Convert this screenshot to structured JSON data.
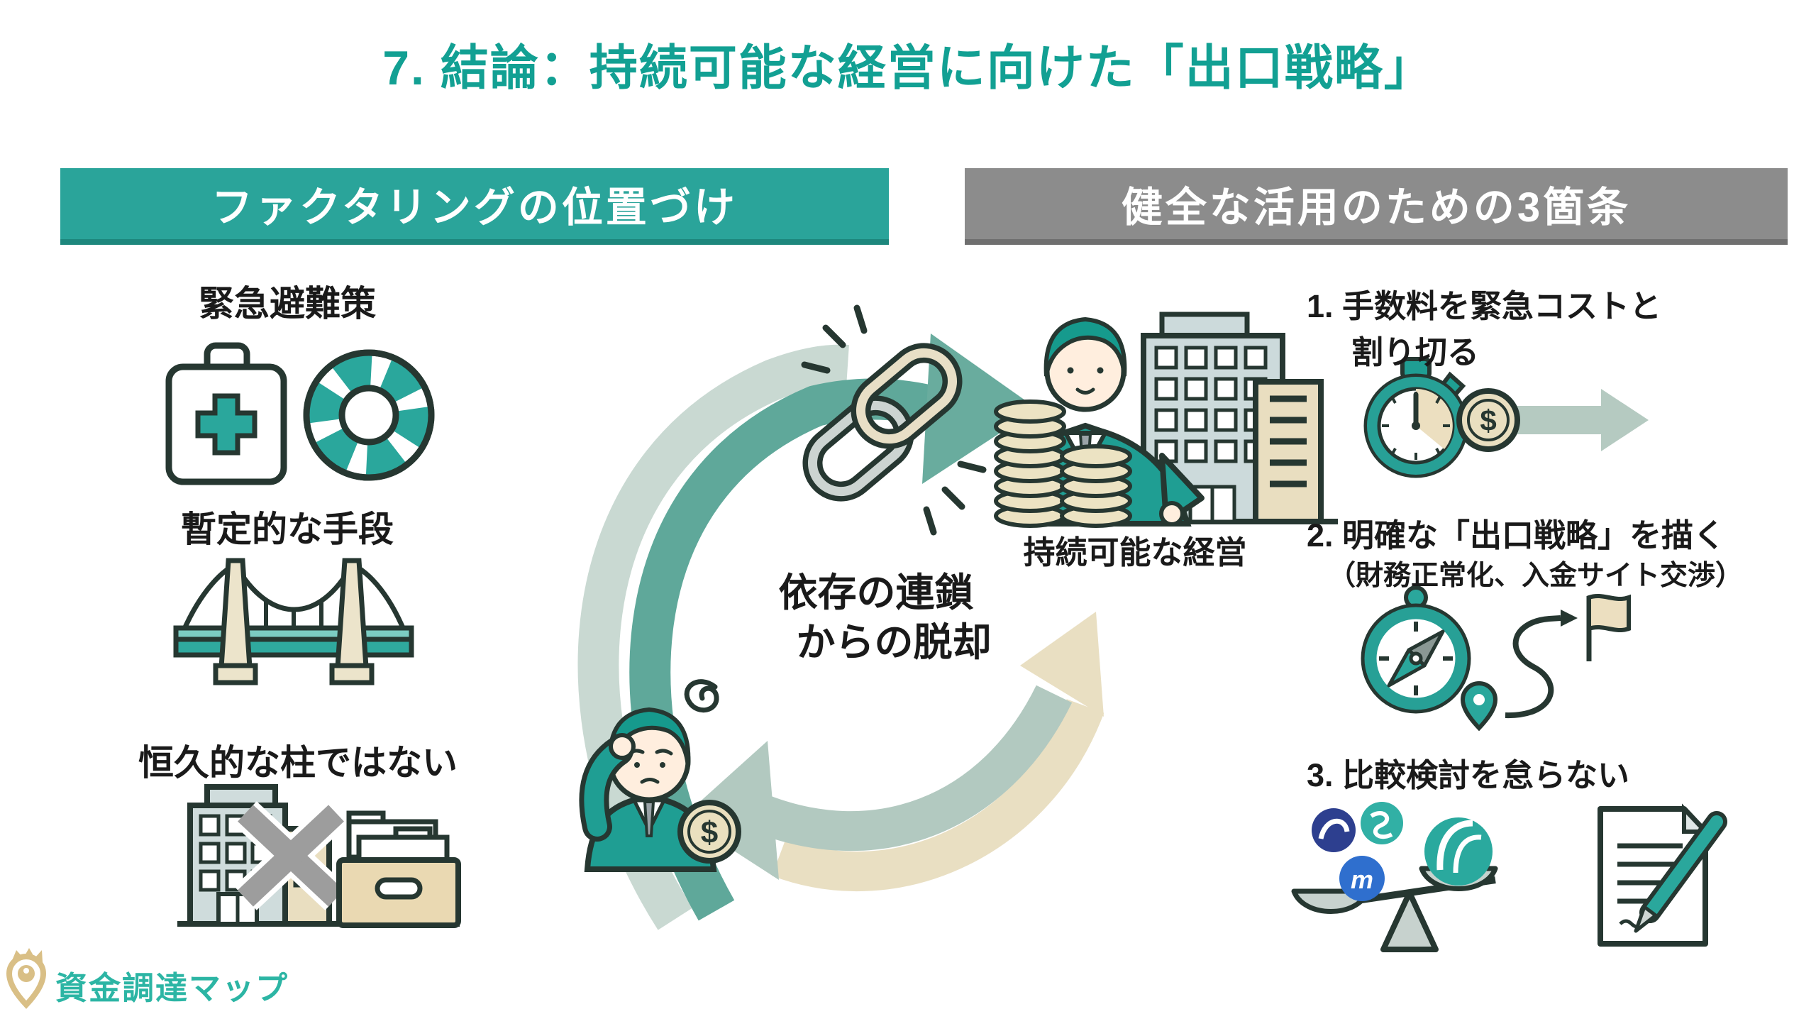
{
  "title": "7. 結論：持続可能な経営に向けた「出口戦略」",
  "left_panel": {
    "header": "ファクタリングの位置づけ",
    "item1": "緊急避難策",
    "item2": "暫定的な手段",
    "item3": "恒久的な柱ではない"
  },
  "right_panel": {
    "header": "健全な活用のための3箇条",
    "item1_line1": "1. 手数料を緊急コストと",
    "item1_line2": "割り切る",
    "item2_line1": "2. 明確な「出口戦略」を描く",
    "item2_line2": "（財務正常化、入金サイト交渉）",
    "item3": "3. 比較検討を怠らない",
    "coin_symbol": "$",
    "logo_m": "m"
  },
  "center": {
    "goal_label": "持続可能な経営",
    "cycle_line1": "依存の連鎖",
    "cycle_line2": "からの脱却",
    "coin_symbol": "$"
  },
  "footer": {
    "brand": "資金調達マップ"
  },
  "colors": {
    "title_teal": "#12a093",
    "header_teal": "#2aa49a",
    "header_gray": "#8c8c8c",
    "icon_teal": "#2aa79c",
    "suit_teal": "#1f9e93",
    "arc_teal": "#69ac9e",
    "arc_light": "#c9d9d2",
    "sage_arrow": "#b2c9c0",
    "beige": "#e9dfc2",
    "dark_outline": "#263731",
    "gold": "#d9bf86"
  }
}
